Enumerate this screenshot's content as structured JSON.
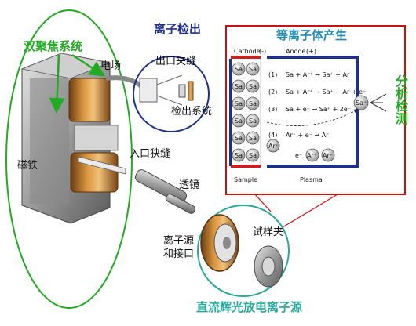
{
  "labels": {
    "focus_system": "双聚焦系统",
    "electric_field": "电场",
    "magnet": "磁铁",
    "ion_detection": "离子检出",
    "exit_slit": "出口夹缝",
    "detection_system": "检出系统",
    "entrance_slit": "入口狭缝",
    "lens": "透镜",
    "ion_source_interface": "离子源\n和接口",
    "sample_holder": "试样夹",
    "gd_ion_source": "直流辉光放电离子源",
    "plasma_generation": "等离子体产生",
    "analysis_detection": "分析检测"
  },
  "plasma_panel": {
    "cathode": "Cathode",
    "cathode_sign": "(-)",
    "anode": "Anode",
    "anode_sign": "(+)",
    "sample": "Sample",
    "plasma": "Plasma",
    "atom": "Sa",
    "ion": "Sa⁺",
    "argon": "Ar",
    "argon_ion": "Ar⁺",
    "electron": "e⁻",
    "steps": [
      "(1)",
      "(2)",
      "(3)",
      "(4)"
    ],
    "reactions": [
      "Sa + Ar⁺ → Sa⁺ + Ar",
      "Sa + Ar⁺ → Sa⁺ + Ar + e⁻",
      "Sa + e⁻ → Sa⁺ + 2e⁻",
      "Ar⁺ + e⁻ → Ar"
    ]
  },
  "colors": {
    "green": "#22aa22",
    "navy": "#1f2f8c",
    "red": "#d01010",
    "teal": "#2aa89a"
  }
}
